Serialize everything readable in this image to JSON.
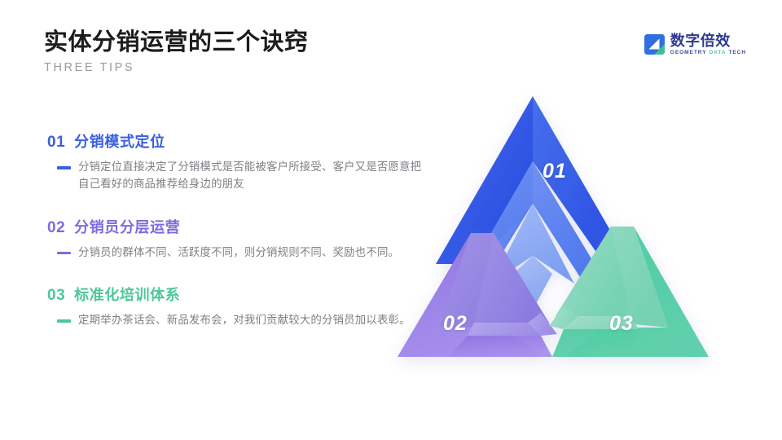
{
  "header": {
    "title": "实体分销运营的三个诀窍",
    "subtitle": "THREE TIPS"
  },
  "logo": {
    "mark_icon": "geometry-logo-mark",
    "cn_name": "数字倍效",
    "en_part1": "GEOMETRY",
    "en_part2": "DATA",
    "en_part3": "TECH"
  },
  "items": [
    {
      "num": "01",
      "title": "分销模式定位",
      "text": "分销定位直接决定了分销模式是否能被客户所接受、客户又是否愿意把自己看好的商品推荐给身边的朋友",
      "color": "#3a5fe0"
    },
    {
      "num": "02",
      "title": "分销员分层运营",
      "text": "分销员的群体不同、活跃度不同，则分销规则不同、奖励也不同。",
      "color": "#7c6be0"
    },
    {
      "num": "03",
      "title": "标准化培训体系",
      "text": "定期举办茶话会、新品发布会，对我们贡献较大的分销员加以表彰。",
      "color": "#4ec79a"
    }
  ],
  "graphic": {
    "name": "three-chevron-triangle",
    "labels": {
      "one": "01",
      "two": "02",
      "three": "03"
    },
    "colors": {
      "blue_dark": "#2b55e8",
      "blue_mid": "#5a7eef",
      "blue_light": "#8aa6f4",
      "purple_dark": "#7b5fd6",
      "purple_mid": "#9b82e6",
      "purple_light": "#a99bea",
      "green_dark": "#44c39a",
      "green_mid": "#63cfac",
      "green_light": "#9adcc6"
    }
  }
}
